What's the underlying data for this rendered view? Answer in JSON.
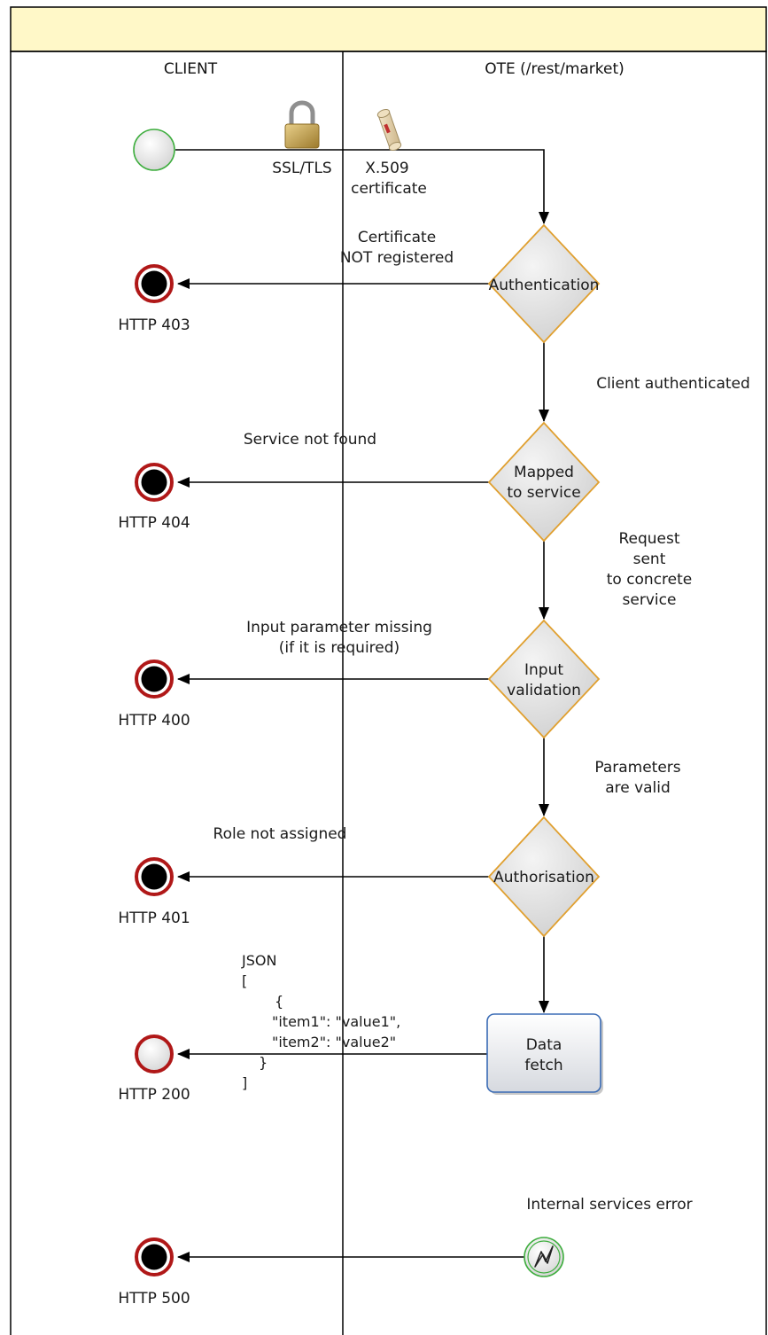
{
  "pool": {
    "title": "",
    "lanes": [
      "CLIENT",
      "OTE (/rest/market)"
    ]
  },
  "start": {
    "labels": [
      "SSL/TLS",
      "X.509",
      "certificate"
    ]
  },
  "gateways": {
    "authentication": "Authentication",
    "mapped": [
      "Mapped",
      "to service"
    ],
    "input": [
      "Input",
      "validation"
    ],
    "authorisation": "Authorisation"
  },
  "task": {
    "label": [
      "Data",
      "fetch"
    ]
  },
  "flows": {
    "cert_not_registered": [
      "Certificate",
      "NOT registered"
    ],
    "client_authenticated": "Client authenticated",
    "service_not_found": "Service not found",
    "request_sent": [
      "Request",
      "sent",
      "to concrete",
      "service"
    ],
    "input_missing": [
      "Input parameter missing",
      "(if it is required)"
    ],
    "params_valid": [
      "Parameters",
      "are valid"
    ],
    "role_not_assigned": "Role not assigned",
    "json": [
      "JSON",
      "[",
      "{",
      "\"item1\": \"value1\",",
      "\"item2\": \"value2\"",
      "}",
      "]"
    ],
    "internal_error": "Internal services error"
  },
  "end_events": [
    "HTTP 403",
    "HTTP 404",
    "HTTP 400",
    "HTTP 401",
    "HTTP 200",
    "HTTP 500"
  ],
  "colors": {
    "header_fill": "#fff8c8",
    "gateway_stroke": "#e0a030",
    "task_stroke": "#3a6bb5",
    "start_stroke": "#3fae3f",
    "end_stroke": "#b01818"
  }
}
